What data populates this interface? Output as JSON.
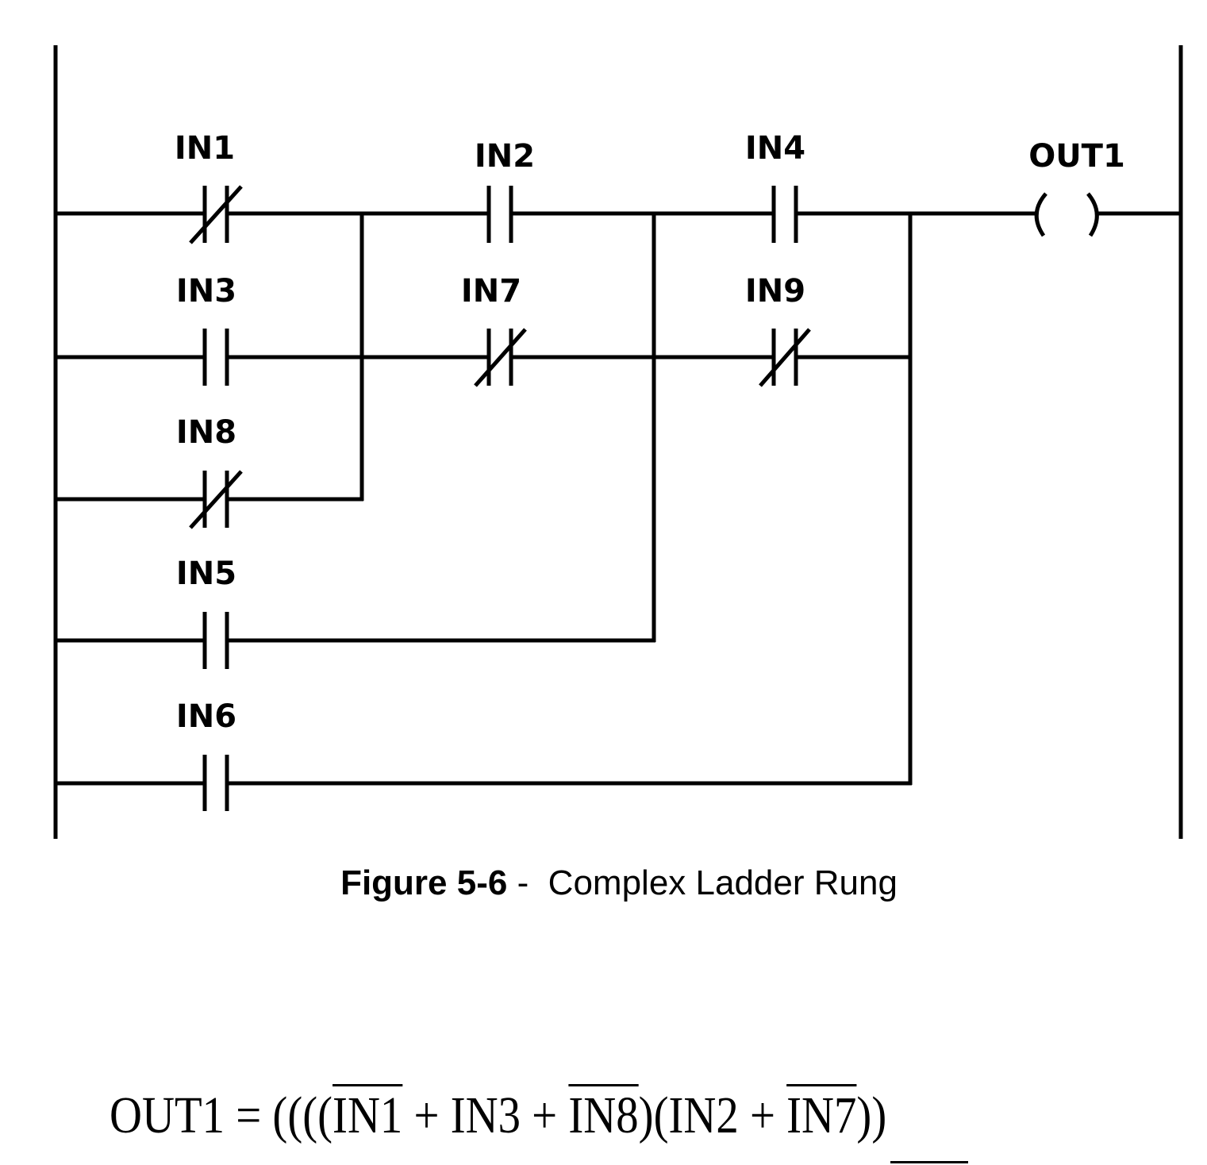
{
  "diagram": {
    "type": "ladder-logic",
    "rails": [
      "left-power-rail",
      "right-power-rail"
    ],
    "rungs": [
      {
        "id": "rung-1",
        "contacts": [
          {
            "label": "IN1",
            "kind": "normally-closed"
          },
          {
            "label": "IN2",
            "kind": "normally-open"
          },
          {
            "label": "IN4",
            "kind": "normally-open"
          }
        ],
        "coil": {
          "label": "OUT1"
        }
      },
      {
        "id": "rung-2",
        "contacts": [
          {
            "label": "IN3",
            "kind": "normally-open"
          },
          {
            "label": "IN7",
            "kind": "normally-closed"
          },
          {
            "label": "IN9",
            "kind": "normally-closed"
          }
        ]
      },
      {
        "id": "rung-3",
        "contacts": [
          {
            "label": "IN8",
            "kind": "normally-closed"
          }
        ]
      },
      {
        "id": "rung-4",
        "contacts": [
          {
            "label": "IN5",
            "kind": "normally-open"
          }
        ]
      },
      {
        "id": "rung-5",
        "contacts": [
          {
            "label": "IN6",
            "kind": "normally-open"
          }
        ]
      }
    ],
    "branch_joins": [
      {
        "joins": [
          "rung-1",
          "rung-2",
          "rung-3"
        ],
        "after_column": 1
      },
      {
        "joins": [
          "rung-1",
          "rung-2",
          "rung-4"
        ],
        "after_column": 2
      },
      {
        "joins": [
          "rung-1",
          "rung-2",
          "rung-5"
        ],
        "after_column": 3
      }
    ]
  },
  "caption": {
    "figure_label": "Figure 5-6",
    "separator": " -  ",
    "title": "Complex Ladder Rung"
  },
  "equation": {
    "lhs": "OUT1",
    "eq": " = ((((",
    "terms": [
      {
        "text": "IN1",
        "negated": true
      },
      {
        "text": " + IN3 + ",
        "negated": false
      },
      {
        "text": "IN8",
        "negated": true
      },
      {
        "text": ")(IN2 + ",
        "negated": false
      },
      {
        "text": "IN7",
        "negated": true
      },
      {
        "text": "))",
        "negated": false
      }
    ]
  }
}
